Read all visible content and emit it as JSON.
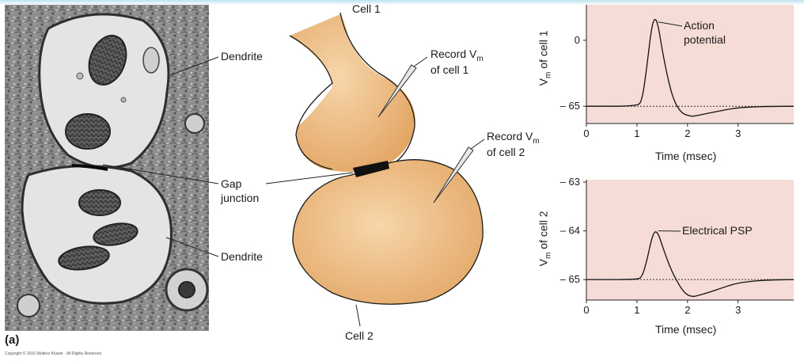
{
  "panel_label": "(a)",
  "copyright": "Copyright © 2016 Wolters Kluwer · All Rights Reserved",
  "micrograph": {
    "labels": {
      "dendrite_top": "Dendrite",
      "gap_line1": "Gap",
      "gap_line2": "junction",
      "dendrite_bottom": "Dendrite"
    }
  },
  "diagram": {
    "cell1": "Cell 1",
    "cell2": "Cell 2",
    "record1_line1": "Record V",
    "record1_sub": "m",
    "record1_line2": "of cell 1",
    "record2_line1": "Record V",
    "record2_sub": "m",
    "record2_line2": "of cell 2",
    "colors": {
      "cell_fill": "#f0c08a",
      "cell_shade": "#e3a765",
      "junction": "#111111"
    }
  },
  "chart_data": [
    {
      "type": "line",
      "ylabel_main": "V",
      "ylabel_sub": "m",
      "ylabel_rest": " of cell 1",
      "xlabel": "Time (msec)",
      "x_ticks": [
        0,
        1,
        2,
        3
      ],
      "x_tick_labels": [
        "0",
        "1",
        "2",
        "3"
      ],
      "y_ticks": [
        0,
        -65
      ],
      "y_tick_labels": [
        "0",
        "– 65"
      ],
      "xlim": [
        0,
        4.1
      ],
      "ylim": [
        -82,
        35
      ],
      "baseline": -65,
      "annotation_line1": "Action",
      "annotation_line2": "potential",
      "background": "#f6dcd6",
      "x": [
        0,
        1.0,
        1.1,
        1.2,
        1.28,
        1.35,
        1.42,
        1.5,
        1.6,
        1.7,
        1.8,
        1.9,
        2.0,
        2.1,
        2.2,
        2.4,
        2.6,
        2.8,
        3.0,
        3.3,
        3.6,
        4.1
      ],
      "y": [
        -65,
        -65,
        -60,
        -25,
        10,
        23,
        15,
        -10,
        -35,
        -55,
        -66,
        -72,
        -74,
        -75,
        -74,
        -72,
        -70,
        -68,
        -66.5,
        -65.6,
        -65.2,
        -65
      ]
    },
    {
      "type": "line",
      "ylabel_main": "V",
      "ylabel_sub": "m",
      "ylabel_rest": " of cell 2",
      "xlabel": "Time (msec)",
      "x_ticks": [
        0,
        1,
        2,
        3
      ],
      "x_tick_labels": [
        "0",
        "1",
        "2",
        "3"
      ],
      "y_ticks": [
        -63,
        -64,
        -65
      ],
      "y_tick_labels": [
        "– 63",
        "– 64",
        "– 65"
      ],
      "xlim": [
        0,
        4.1
      ],
      "ylim": [
        -65.42,
        -62.95
      ],
      "baseline": -65,
      "annotation_line1": "Electrical PSP",
      "background": "#f6dcd6",
      "x": [
        0,
        1.0,
        1.1,
        1.2,
        1.28,
        1.35,
        1.42,
        1.5,
        1.6,
        1.7,
        1.8,
        1.9,
        2.0,
        2.1,
        2.2,
        2.4,
        2.6,
        2.8,
        3.0,
        3.3,
        3.6,
        4.1
      ],
      "y": [
        -65,
        -65,
        -64.95,
        -64.6,
        -64.2,
        -64.0,
        -64.05,
        -64.3,
        -64.6,
        -64.85,
        -65.05,
        -65.22,
        -65.32,
        -65.35,
        -65.33,
        -65.27,
        -65.2,
        -65.13,
        -65.07,
        -65.03,
        -65.01,
        -65
      ]
    }
  ]
}
